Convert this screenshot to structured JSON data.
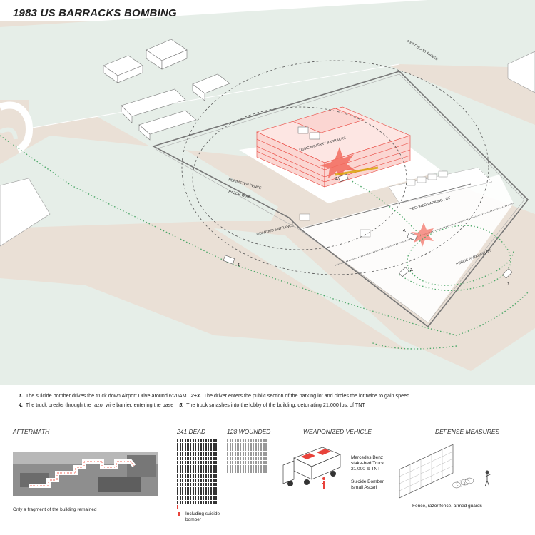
{
  "title": "1983 US BARRACKS BOMBING",
  "map": {
    "blast_range_label": "400FT BLAST RANGE",
    "building_label": "USMC MILITARY BARRACKS",
    "perimeter_fence_label": "PERIMETER FENCE",
    "razor_wire_label": "RAZOR WIRE",
    "guarded_entrance_label": "GUARDED ENTRANCE",
    "secured_lot_label": "SECURED PARKING LOT",
    "public_lot_label": "PUBLIC PARKING LOT",
    "markers": [
      "1.",
      "2.",
      "3.",
      "4.",
      "5."
    ],
    "colors": {
      "ground": "#eae0d6",
      "grass": "#e6eee8",
      "path": "#4fa86a",
      "building": "#e8423a",
      "blast": "#f26b5e"
    }
  },
  "narrative": {
    "line1_num": "1.",
    "line1_text": "The suicide bomber drives the truck down Airport Drive around 6:20AM",
    "line1_num2": "2+3.",
    "line1_text2": "The driver enters the public section of the parking lot and circles the lot twice to gain speed",
    "line2_num": "4.",
    "line2_text": "The truck breaks through the razor wire barrier, entering the base",
    "line2_num2": "5.",
    "line2_text2": "The truck smashes into the lobby of the building, detonating 21,000 lbs. of TNT"
  },
  "aftermath": {
    "title": "AFTERMATH",
    "caption": "Only a fragment of the building remained"
  },
  "dead": {
    "title": "241 DEAD",
    "count": 241,
    "legend": "Including suicide bomber"
  },
  "wounded": {
    "title": "128 WOUNDED",
    "count": 128
  },
  "vehicle": {
    "title": "WEAPONIZED VEHICLE",
    "truck_line1": "Mercedes Benz",
    "truck_line2": "stake-bed Truck",
    "truck_line3": "21,000 lb TNT",
    "bomber_line1": "Suicide Bomber,",
    "bomber_line2": "Ismail Ascari"
  },
  "defense": {
    "title": "DEFENSE MEASURES",
    "caption": "Fence, razor fence, armed guards"
  }
}
